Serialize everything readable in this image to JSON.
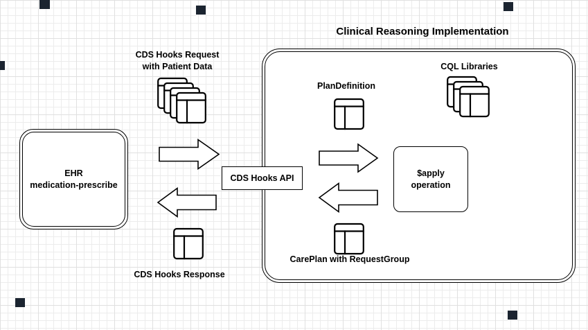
{
  "title": "Clinical Reasoning Implementation",
  "ehr": {
    "line1": "EHR",
    "line2": "medication-prescribe"
  },
  "request": {
    "line1": "CDS Hooks Request",
    "line2": "with Patient Data"
  },
  "api": {
    "label": "CDS Hooks API"
  },
  "response": {
    "label": "CDS Hooks Response"
  },
  "plan_definition": {
    "label": "PlanDefinition"
  },
  "cql": {
    "label": "CQL Libraries"
  },
  "apply": {
    "line1": "$apply",
    "line2": "operation"
  },
  "careplan": {
    "label": "CarePlan with RequestGroup"
  },
  "colors": {
    "stroke": "#000000",
    "fill": "#ffffff",
    "marker": "#1b2430",
    "gridMinor": "#ececec",
    "gridMajor": "#e0e0e0"
  }
}
